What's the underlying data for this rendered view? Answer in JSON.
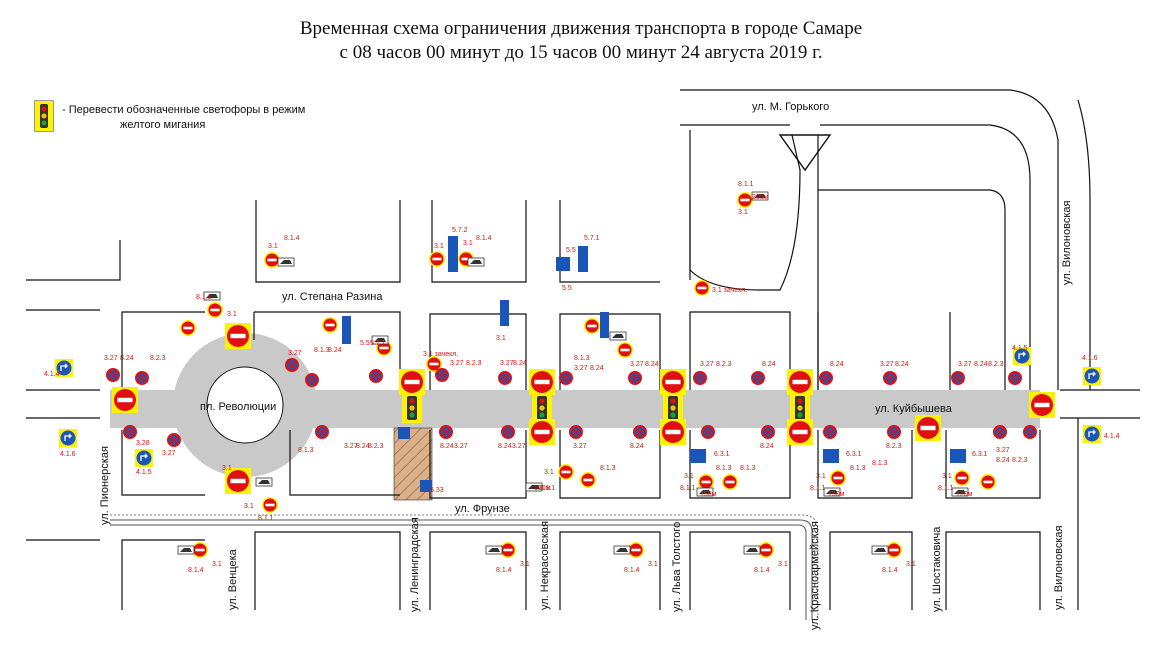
{
  "title": {
    "line1": "Временная схема ограничения движения транспорта в городе Самаре",
    "line2": "с 08 часов 00 минут до 15 часов 00 минут 24 августа 2019 г."
  },
  "legend": {
    "line1": "- Перевести обозначенные светофоры в режим",
    "line2": "желтого мигания"
  },
  "streets": {
    "gorkogo": "ул. М. Горького",
    "stepana_razina": "ул. Степана Разина",
    "kuybysheva": "ул. Куйбышева",
    "frunze": "ул. Фрунзе",
    "pionerskaya": "ул. Пионерская",
    "ventseka": "ул. Венцека",
    "leningradskaya": "ул. Ленинградская",
    "nekrasovskaya": "ул. Некрасовская",
    "lva_tolstogo": "ул. Льва Толстого",
    "krasnoarmeyskaya": "ул. Красноармейская",
    "shostakovicha": "ул. Шостаковича",
    "vilonovskaya_top": "ул. Вилоновская",
    "vilonovskaya_bottom": "ул. Вилоновская"
  },
  "square_label": "пл. Революции",
  "sign_labels": {
    "no_entry": "3.1",
    "no_stopping": "3.27",
    "no_parking": "3.28",
    "plate_tow": "8.24",
    "plate_dist": "8.1.4",
    "plate_zone": "8.1.1",
    "plate_area": "8.2.3",
    "plate_direction": "8.1.3",
    "keep_right": "4.1.5",
    "straight_or_right": "4.1.6",
    "straight_or_left": "4.1.4",
    "detour": "6.3.1",
    "one_way": "5.5",
    "one_way_end": "5.7.1",
    "one_way_exit": "5.7.2",
    "crossing": "5.33",
    "tow_note": "3.1 зачекл.",
    "dist_150": "150м",
    "dist_120": "120м",
    "dist_200": "200м"
  },
  "colors": {
    "road": "#c9c9c9",
    "block_line": "#111111",
    "sign_red": "#e01010",
    "sign_blue": "#1a56b8",
    "highlight": "#fff200",
    "crosswalk": "#d9b08c"
  }
}
